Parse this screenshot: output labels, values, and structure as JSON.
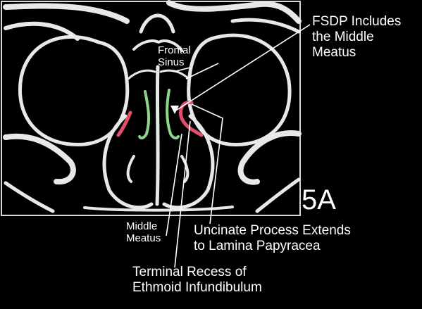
{
  "figure": {
    "panel_label": "5A",
    "labels": {
      "frontal_sinus": "Frontal\nSinus",
      "fsdp": "FSDP Includes\nthe Middle\nMeatus",
      "middle_meatus": "Middle\nMeatus",
      "uncinate": "Uncinate Process Extends\nto Lamina Papyracea",
      "terminal_recess": "Terminal Recess of\nEthmoid Infundibulum"
    },
    "colors": {
      "background": "#000000",
      "bone": "#e8e8e8",
      "uncinate_highlight": "#e0506a",
      "middle_turbinate_highlight": "#8fd68a",
      "leader_line": "#ffffff"
    }
  }
}
